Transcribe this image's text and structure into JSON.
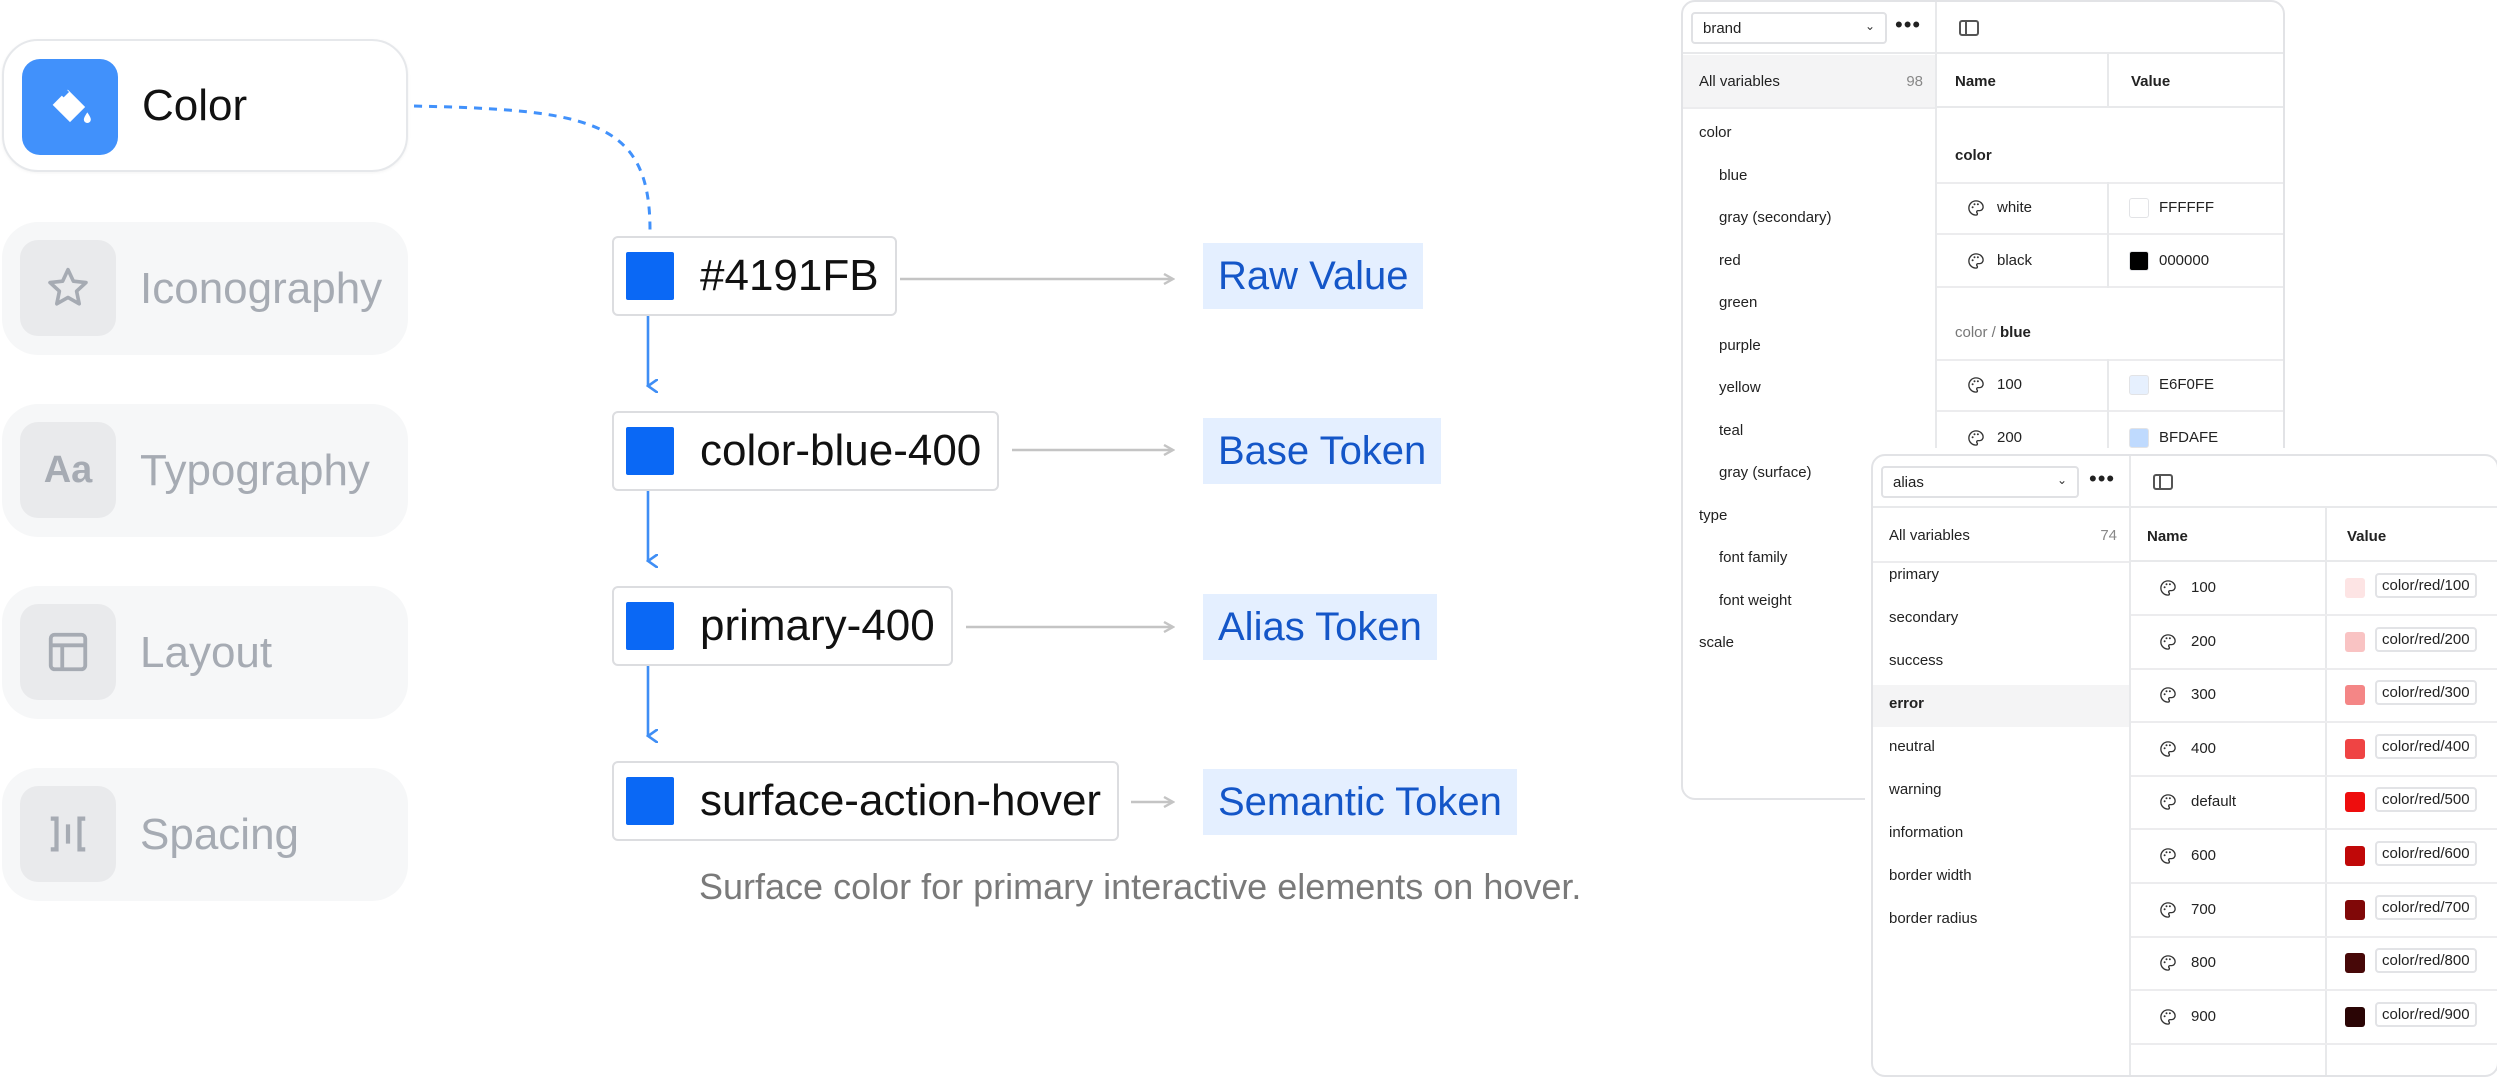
{
  "categories": [
    {
      "label": "Color",
      "icon": "paint-bucket-icon",
      "active": true
    },
    {
      "label": "Iconography",
      "icon": "star-icon",
      "active": false
    },
    {
      "label": "Typography",
      "icon": "aa-icon",
      "active": false
    },
    {
      "label": "Layout",
      "icon": "layout-icon",
      "active": false
    },
    {
      "label": "Spacing",
      "icon": "spacing-icon",
      "active": false
    }
  ],
  "icon_text": {
    "typography": "Aa"
  },
  "chain": [
    {
      "token": "#4191FB",
      "tag": "Raw Value"
    },
    {
      "token": "color-blue-400",
      "tag": "Base Token"
    },
    {
      "token": "primary-400",
      "tag": "Alias Token"
    },
    {
      "token": "surface-action-hover",
      "tag": "Semantic Token"
    }
  ],
  "chain_description": "Surface color for primary interactive elements on hover.",
  "colors": {
    "accent": "#4191fb",
    "swatch": "#0a68f5",
    "tag_bg": "#e4efff",
    "tag_text": "#1456c8"
  },
  "brand_panel": {
    "collection": "brand",
    "more": "•••",
    "all_variables": "All variables",
    "count": "98",
    "groups": [
      {
        "label": "color",
        "level": 0
      },
      {
        "label": "blue",
        "level": 1
      },
      {
        "label": "gray (secondary)",
        "level": 1
      },
      {
        "label": "red",
        "level": 1
      },
      {
        "label": "green",
        "level": 1
      },
      {
        "label": "purple",
        "level": 1
      },
      {
        "label": "yellow",
        "level": 1
      },
      {
        "label": "teal",
        "level": 1
      },
      {
        "label": "gray (surface)",
        "level": 1
      },
      {
        "label": "type",
        "level": 0
      },
      {
        "label": "font family",
        "level": 1
      },
      {
        "label": "font weight",
        "level": 1
      },
      {
        "label": "scale",
        "level": 0
      }
    ],
    "col_name": "Name",
    "col_value": "Value",
    "section1": "color",
    "rows1": [
      {
        "name": "white",
        "value": "FFFFFF",
        "swatch": "#ffffff"
      },
      {
        "name": "black",
        "value": "000000",
        "swatch": "#000000"
      }
    ],
    "section2_prefix": "color / ",
    "section2_bold": "blue",
    "rows2": [
      {
        "name": "100",
        "value": "E6F0FE",
        "swatch": "#e6f0fe"
      },
      {
        "name": "200",
        "value": "BFDAFE",
        "swatch": "#bfdafe"
      }
    ]
  },
  "alias_panel": {
    "collection": "alias",
    "more": "•••",
    "all_variables": "All variables",
    "count": "74",
    "groups": [
      "primary",
      "secondary",
      "success",
      "error",
      "neutral",
      "warning",
      "information",
      "border width",
      "border radius"
    ],
    "selected_group": "error",
    "col_name": "Name",
    "col_value": "Value",
    "rows": [
      {
        "name": "100",
        "value": "color/red/100",
        "swatch": "#fde4e4"
      },
      {
        "name": "200",
        "value": "color/red/200",
        "swatch": "#f9c3c3"
      },
      {
        "name": "300",
        "value": "color/red/300",
        "swatch": "#f48686"
      },
      {
        "name": "400",
        "value": "color/red/400",
        "swatch": "#ef4444"
      },
      {
        "name": "default",
        "value": "color/red/500",
        "swatch": "#ee0d0d"
      },
      {
        "name": "600",
        "value": "color/red/600",
        "swatch": "#c00808"
      },
      {
        "name": "700",
        "value": "color/red/700",
        "swatch": "#800808"
      },
      {
        "name": "800",
        "value": "color/red/800",
        "swatch": "#470808"
      },
      {
        "name": "900",
        "value": "color/red/900",
        "swatch": "#2a0505"
      }
    ]
  }
}
